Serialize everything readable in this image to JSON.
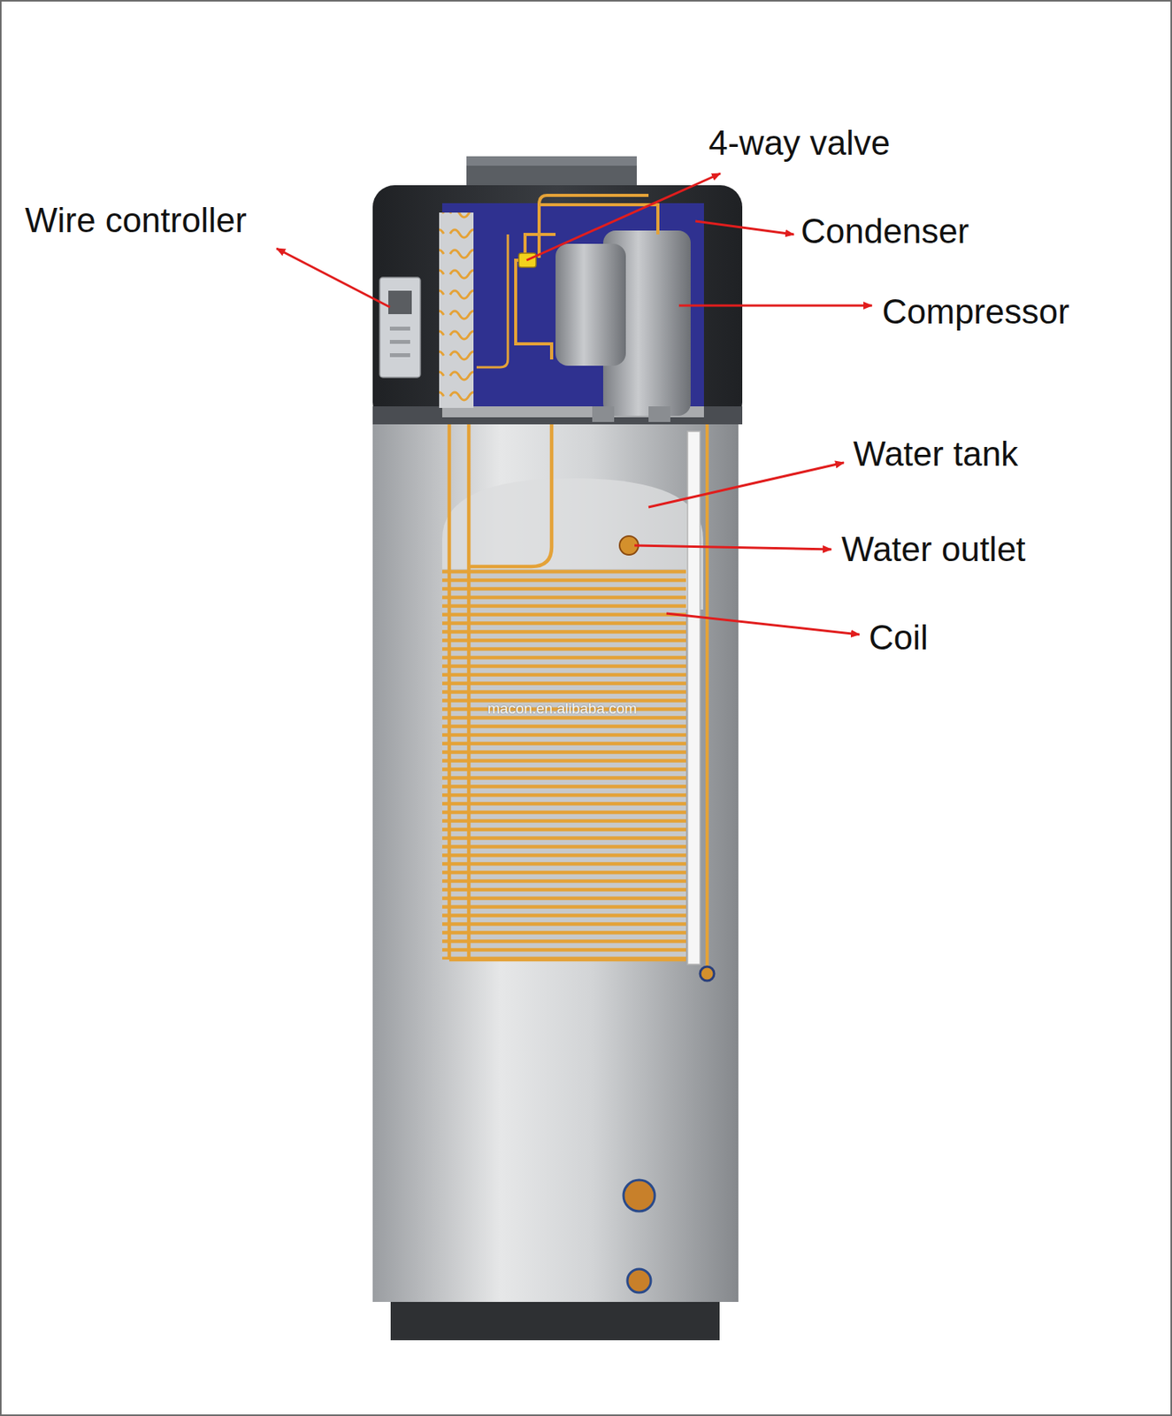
{
  "diagram": {
    "labels": [
      "4-way valve",
      "Wire controller",
      "Condenser",
      "Compressor",
      "Water tank",
      "Water outlet",
      "Coil",
      "macon.en.alibaba.com"
    ]
  }
}
